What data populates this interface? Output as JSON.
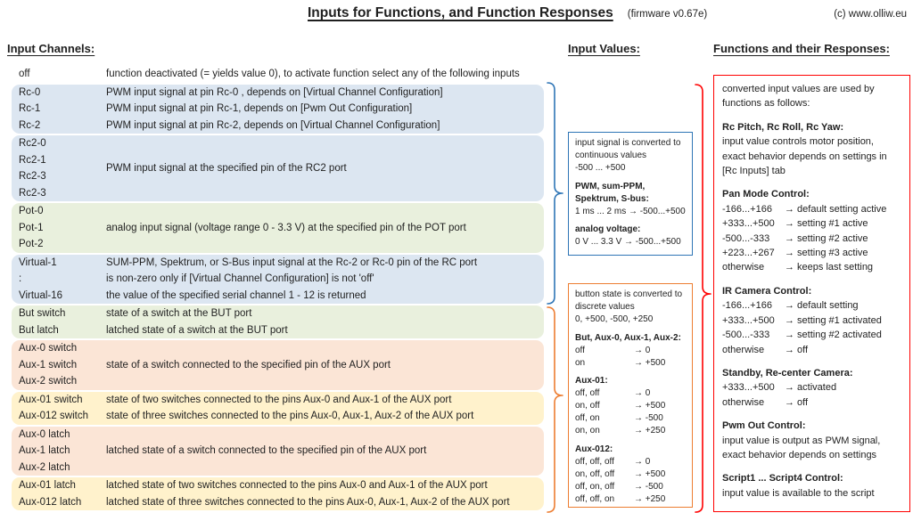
{
  "header": {
    "title": "Inputs for Functions, and Function Responses",
    "firmware_note": "(firmware v0.67e)",
    "copyright": "(c) www.olliw.eu"
  },
  "input_channels": {
    "heading": "Input Channels:",
    "groups": [
      {
        "color": "plain",
        "rows": [
          {
            "label": "off",
            "desc": "function deactivated (= yields value 0), to activate function select any of the following inputs"
          }
        ]
      },
      {
        "color": "blue",
        "rows": [
          {
            "label": "Rc-0",
            "desc": "PWM input signal at pin Rc-0 , depends on [Virtual Channel Configuration]"
          },
          {
            "label": "Rc-1",
            "desc": "PWM input signal at pin Rc-1, depends on [Pwm Out Configuration]"
          },
          {
            "label": "Rc-2",
            "desc": "PWM input signal at pin Rc-2, depends on [Virtual Channel Configuration]"
          }
        ]
      },
      {
        "color": "blue",
        "labels": [
          "Rc2-0",
          "Rc2-1",
          "Rc2-3",
          "Rc2-3"
        ],
        "center_desc": "PWM input signal at the specified pin of the RC2 port"
      },
      {
        "color": "green",
        "labels": [
          "Pot-0",
          "Pot-1",
          "Pot-2"
        ],
        "center_desc": "analog input signal (voltage range 0 - 3.3 V) at the specified pin of the POT port"
      },
      {
        "color": "blue",
        "rows": [
          {
            "label": "Virtual-1",
            "desc": "SUM-PPM, Spektrum, or S-Bus input signal at the Rc-2 or Rc-0 pin of the RC port"
          },
          {
            "label": ":",
            "desc": "is non-zero only if [Virtual Channel Configuration] is not 'off'"
          },
          {
            "label": "Virtual-16",
            "desc": "the value of the specified serial channel 1 - 12 is returned"
          }
        ]
      },
      {
        "color": "green",
        "rows": [
          {
            "label": "But switch",
            "desc": "state of a switch at the BUT port"
          },
          {
            "label": "But latch",
            "desc": "latched state of a switch at the BUT port"
          }
        ]
      },
      {
        "color": "peach",
        "labels": [
          "Aux-0 switch",
          "Aux-1 switch",
          "Aux-2 switch"
        ],
        "center_desc": "state of a switch connected to the specified pin of the AUX port"
      },
      {
        "color": "yellow",
        "rows": [
          {
            "label": "Aux-01 switch",
            "desc": "state of two switches connected to the pins Aux-0 and Aux-1 of the AUX port"
          },
          {
            "label": "Aux-012 switch",
            "desc": "state of three switches connected to the pins Aux-0, Aux-1, Aux-2 of the AUX port"
          }
        ]
      },
      {
        "color": "peach",
        "labels": [
          "Aux-0 latch",
          "Aux-1 latch",
          "Aux-2 latch"
        ],
        "center_desc": "latched state of a switch connected to the specified pin of the AUX port"
      },
      {
        "color": "yellow",
        "rows": [
          {
            "label": "Aux-01 latch",
            "desc": "latched state of two switches connected to the pins Aux-0 and Aux-1 of the AUX port"
          },
          {
            "label": "Aux-012 latch",
            "desc": "latched state of three switches connected to the pins Aux-0, Aux-1, Aux-2 of the AUX port"
          }
        ]
      }
    ]
  },
  "input_values": {
    "heading": "Input Values:",
    "continuous_box": {
      "lines": [
        {
          "text": "input signal is converted to"
        },
        {
          "text": "continuous values"
        },
        {
          "text": "-500 ... +500"
        },
        {
          "gap": true
        },
        {
          "text": "PWM, sum-PPM,",
          "bold": true
        },
        {
          "text": "Spektrum, S-bus:",
          "bold": true
        },
        {
          "text": "1 ms ... 2 ms → -500...+500"
        },
        {
          "gap": true
        },
        {
          "text": "analog voltage:",
          "bold": true
        },
        {
          "text": "0 V ... 3.3 V  → -500...+500"
        }
      ]
    },
    "discrete_box": {
      "lines": [
        {
          "text": "button state is converted to"
        },
        {
          "text": "discrete values"
        },
        {
          "text": "0, +500, -500, +250"
        },
        {
          "gap": true
        },
        {
          "text": "But, Aux-0, Aux-1, Aux-2:",
          "bold": true
        },
        {
          "cols": [
            "off",
            "→ 0"
          ]
        },
        {
          "cols": [
            "on",
            "→ +500"
          ]
        },
        {
          "gap": true
        },
        {
          "text": "Aux-01:",
          "bold": true
        },
        {
          "cols": [
            "off, off",
            "→ 0"
          ]
        },
        {
          "cols": [
            "on, off",
            "→ +500"
          ]
        },
        {
          "cols": [
            "off, on",
            "→ -500"
          ]
        },
        {
          "cols": [
            "on, on",
            "→ +250"
          ]
        },
        {
          "gap": true
        },
        {
          "text": "Aux-012:",
          "bold": true
        },
        {
          "cols": [
            "off, off, off",
            "→ 0"
          ]
        },
        {
          "cols": [
            "on, off, off",
            "→ +500"
          ]
        },
        {
          "cols": [
            "off, on, off",
            "→ -500"
          ]
        },
        {
          "cols": [
            "off, off, on",
            "→ +250"
          ]
        }
      ]
    }
  },
  "functions": {
    "heading": "Functions and their Responses:",
    "box": {
      "lines": [
        {
          "text": "converted input values are used by"
        },
        {
          "text": "functions as follows:"
        },
        {
          "gap": true
        },
        {
          "text": "Rc Pitch, Rc Roll, Rc Yaw:",
          "bold": true
        },
        {
          "text": "input value controls motor position,"
        },
        {
          "text": "exact behavior depends on settings in"
        },
        {
          "text": "[Rc Inputs] tab"
        },
        {
          "gap": true
        },
        {
          "text": "Pan Mode Control:",
          "bold": true
        },
        {
          "cols": [
            "-166...+166",
            "→ default setting active"
          ]
        },
        {
          "cols": [
            "+333...+500",
            "→ setting #1 active"
          ]
        },
        {
          "cols": [
            "-500...-333",
            "→ setting #2 active"
          ]
        },
        {
          "cols": [
            "+223...+267",
            "→ setting #3 active"
          ]
        },
        {
          "cols": [
            "otherwise",
            "→ keeps last setting"
          ]
        },
        {
          "gap": true
        },
        {
          "text": "IR Camera Control:",
          "bold": true
        },
        {
          "cols": [
            "-166...+166",
            "→ default setting"
          ]
        },
        {
          "cols": [
            "+333...+500",
            "→ setting #1 activated"
          ]
        },
        {
          "cols": [
            "-500...-333",
            "→ setting #2 activated"
          ]
        },
        {
          "cols": [
            "otherwise",
            "→ off"
          ]
        },
        {
          "gap": true
        },
        {
          "text": "Standby, Re-center Camera:",
          "bold": true
        },
        {
          "cols": [
            "+333...+500",
            "→ activated"
          ]
        },
        {
          "cols": [
            "otherwise",
            "→ off"
          ]
        },
        {
          "gap": true
        },
        {
          "text": "Pwm Out Control:",
          "bold": true
        },
        {
          "text": "input value is output as PWM signal,"
        },
        {
          "text": "exact behavior depends on settings"
        },
        {
          "gap": true
        },
        {
          "text": "Script1 ... Script4 Control:",
          "bold": true
        },
        {
          "text": "input value is available to the script"
        }
      ]
    }
  },
  "colors": {
    "continuous_accent": "#2e75b6",
    "discrete_accent": "#ed7d31",
    "functions_accent": "#ff0000",
    "row_blue": "#dce6f1",
    "row_green": "#e9f0dd",
    "row_peach": "#fbe5d6",
    "row_yellow": "#fff2cc"
  }
}
